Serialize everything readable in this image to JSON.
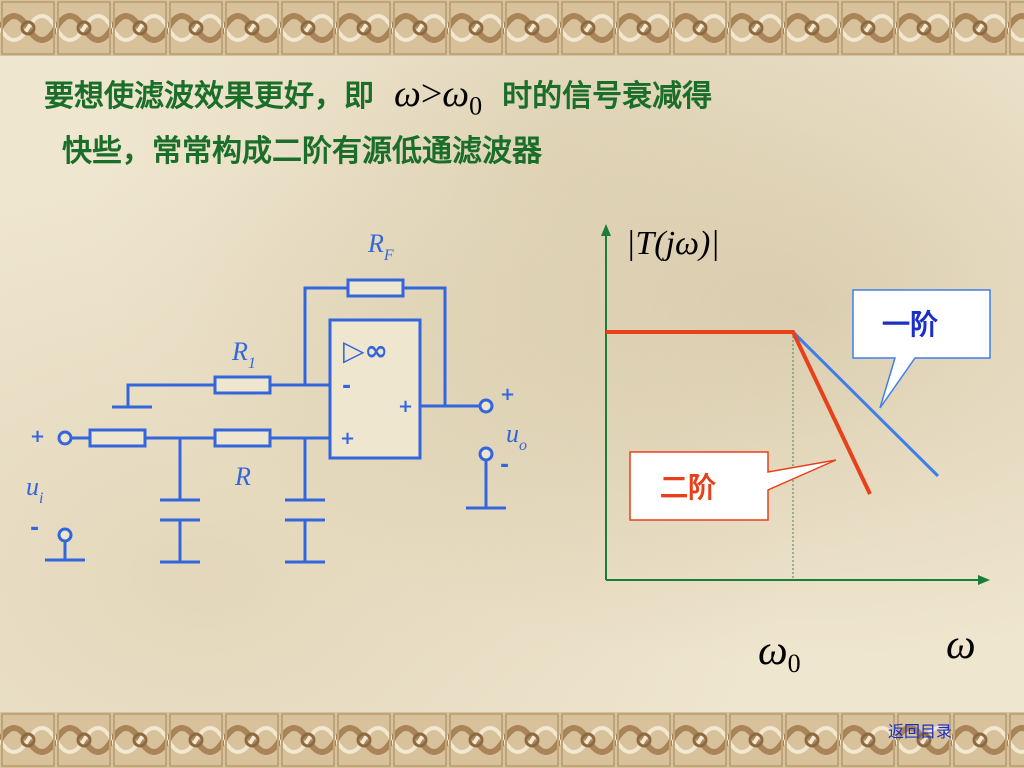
{
  "heading": {
    "line1_before": "要想使滤波效果更好，即",
    "line1_after": "时的信号衰减得",
    "line2": "快些，常常构成二阶有源低通滤波器",
    "condition": {
      "omega": "ω",
      "operator": ">",
      "omega0": "ω",
      "omega0_sub": "0"
    }
  },
  "circuit": {
    "label_rf": "R",
    "label_rf_sub": "F",
    "label_r1": "R",
    "label_r1_sub": "1",
    "label_r": "R",
    "label_ui": "u",
    "label_ui_sub": "i",
    "label_uo": "u",
    "label_uo_sub": "o",
    "opamp_symbol": "▷∞",
    "opamp_minus": "-",
    "opamp_plus": "+",
    "in_plus": "+",
    "in_minus": "-",
    "out_plus": "+",
    "out_minus": "-"
  },
  "graph": {
    "ylabel": "|T(jω)|",
    "xlabel": "ω",
    "x_marker": "ω",
    "x_marker_sub": "0",
    "callout_first_order": "一阶",
    "callout_second_order": "二阶",
    "colors": {
      "first_order": "#3f7fe8",
      "second_order": "#e8401a",
      "axis": "#000000"
    }
  },
  "nav": {
    "return_label": "返回目录"
  },
  "colors": {
    "heading": "#1a6e2a",
    "circuit": "#3366dd",
    "border": "#c9ad86"
  }
}
